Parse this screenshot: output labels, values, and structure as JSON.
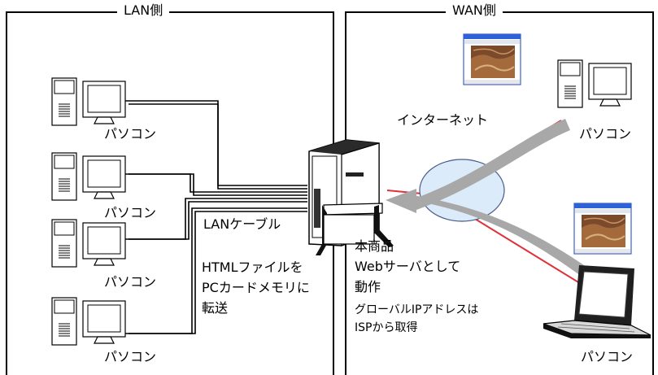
{
  "panels": {
    "lan_title": "LAN側",
    "wan_title": "WAN側"
  },
  "labels": {
    "pc": "パソコン",
    "internet": "インターネット",
    "lan_cable": "LANケーブル",
    "router_title": "本商品",
    "router_line1": "Webサーバとして",
    "router_line2": "動作",
    "global_ip_line1": "グローバルIPアドレスは",
    "global_ip_line2": "ISPから取得",
    "transfer_line1": "HTMLファイルを",
    "transfer_line2": "PCカードメモリに",
    "transfer_line3": "転送"
  },
  "colors": {
    "cable": "#000000",
    "wan_line": "#e0303a",
    "flow_arrow": "#a8a8a8",
    "cloud_fill": "#dcebfa",
    "cloud_stroke": "#4a5a8a"
  },
  "icons": [
    "desktop-pc-icon",
    "laptop-pc-icon",
    "router-icon",
    "internet-cloud-icon",
    "browser-window-icon"
  ]
}
